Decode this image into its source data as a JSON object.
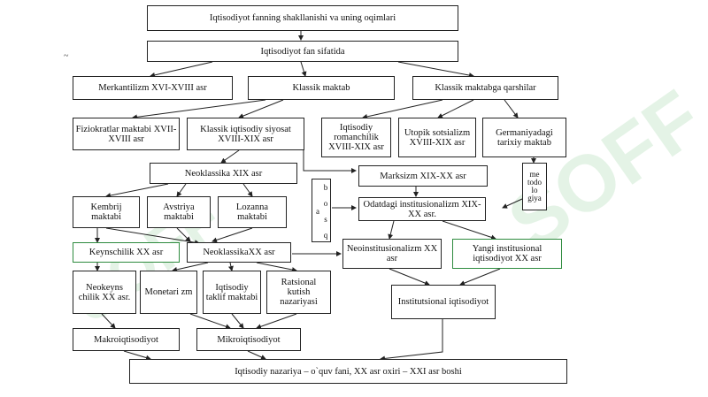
{
  "diagram": {
    "nodes": {
      "title": "Iqtisodiyot fanning shakllanishi va uning oqimlari",
      "fan": "Iqtisodiyot fan sifatida",
      "merkantilizm": "Merkantilizm  XVI-XVIII asr",
      "klassik": "Klassik maktab",
      "qarshilar": "Klassik maktabga qarshilar",
      "fiziokratlar": "Fiziokratlar maktabi XVII-XVIII asr",
      "klassik_siyosat": "Klassik iqtisodiy siyosat XVIII-XIX asr",
      "romanchilik": "Iqtisodiy romanchilik XVIII-XIX asr",
      "utopik": "Utopik sotsializm XVIII-XIX asr",
      "germaniya": "Germaniyadagi tarixiy maktab",
      "neoklassika19": "Neoklassika XIX asr",
      "boshqalar": "b o s q a",
      "marksizm": "Marksizm XIX-XX asr",
      "metodologiya": "me todo lo giya",
      "kembrij": "Kembrij maktabi",
      "avstriya": "Avstriya maktabi",
      "lozanna": "Lozanna maktabi",
      "odatdagi": "Odatdagi institusionalizm XIX-XX asr.",
      "keynschilik": "Keynschilik XX asr",
      "neoklassika20": "NeoklassikaXX asr",
      "neoinst": "Neoinstitusionalizm XX asr",
      "yangi_inst": "Yangi institusional iqtisodiyot XX asr",
      "neokeyns": "Neokeyns chilik XX asr.",
      "monetarizm": "Monetari zm",
      "taklif": "Iqtisodiy taklif maktabi",
      "ratsional": "Ratsional kutish nazariyasi",
      "inst_iqtisodiyot": "Institutsional iqtisodiyot",
      "makro": "Makroiqtisodiyot",
      "mikro": "Mikroiqtisodiyot",
      "final": "Iqtisodiy nazariya – o`quv fani, XX asr oxiri – XXI asr boshi"
    },
    "stray_mark": "~",
    "watermark": "SOFF"
  },
  "colors": {
    "border": "#222222",
    "green_border": "#2e8b3e",
    "watermark": "#d9efdc"
  }
}
